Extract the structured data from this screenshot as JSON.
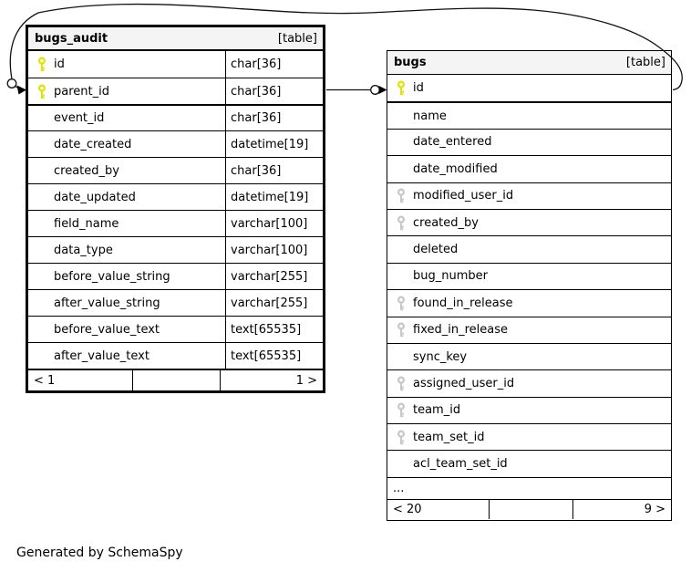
{
  "diagram": {
    "generated_by": "Generated by SchemaSpy",
    "colors": {
      "header_bg": "#f4f4f4",
      "border": "#000000",
      "primary_key_icon": "#e3e300",
      "foreign_key_icon": "#c8c8c8",
      "relationship_line": "#111111"
    },
    "relationships": [
      {
        "from": "bugs_audit.parent_id",
        "to": "bugs.id"
      }
    ],
    "tables": [
      {
        "name": "bugs_audit",
        "badge": "[table]",
        "columns": [
          {
            "name": "id",
            "type": "char[36]",
            "key": "primary"
          },
          {
            "name": "parent_id",
            "type": "char[36]",
            "key": "primary"
          },
          {
            "name": "event_id",
            "type": "char[36]",
            "key": "none",
            "section_start": true
          },
          {
            "name": "date_created",
            "type": "datetime[19]",
            "key": "none"
          },
          {
            "name": "created_by",
            "type": "char[36]",
            "key": "none"
          },
          {
            "name": "date_updated",
            "type": "datetime[19]",
            "key": "none"
          },
          {
            "name": "field_name",
            "type": "varchar[100]",
            "key": "none"
          },
          {
            "name": "data_type",
            "type": "varchar[100]",
            "key": "none"
          },
          {
            "name": "before_value_string",
            "type": "varchar[255]",
            "key": "none"
          },
          {
            "name": "after_value_string",
            "type": "varchar[255]",
            "key": "none"
          },
          {
            "name": "before_value_text",
            "type": "text[65535]",
            "key": "none"
          },
          {
            "name": "after_value_text",
            "type": "text[65535]",
            "key": "none"
          }
        ],
        "footer": {
          "left": "< 1",
          "middle": "",
          "right": "1 >"
        }
      },
      {
        "name": "bugs",
        "badge": "[table]",
        "columns": [
          {
            "name": "id",
            "key": "primary"
          },
          {
            "name": "name",
            "key": "none",
            "section_start": true
          },
          {
            "name": "date_entered",
            "key": "none"
          },
          {
            "name": "date_modified",
            "key": "none"
          },
          {
            "name": "modified_user_id",
            "key": "foreign"
          },
          {
            "name": "created_by",
            "key": "foreign"
          },
          {
            "name": "deleted",
            "key": "none"
          },
          {
            "name": "bug_number",
            "key": "none"
          },
          {
            "name": "found_in_release",
            "key": "foreign"
          },
          {
            "name": "fixed_in_release",
            "key": "foreign"
          },
          {
            "name": "sync_key",
            "key": "none"
          },
          {
            "name": "assigned_user_id",
            "key": "foreign"
          },
          {
            "name": "team_id",
            "key": "foreign"
          },
          {
            "name": "team_set_id",
            "key": "foreign"
          },
          {
            "name": "acl_team_set_id",
            "key": "none"
          }
        ],
        "ellipsis": "...",
        "footer": {
          "left": "< 20",
          "middle": "",
          "right": "9 >"
        }
      }
    ]
  }
}
